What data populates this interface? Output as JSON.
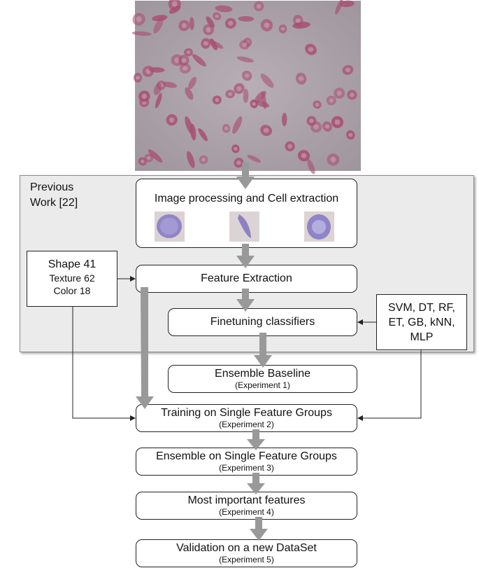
{
  "blood_image": {
    "alt": "",
    "bg": "#a79ea6",
    "cell_color": "#a84f72"
  },
  "previous_work": {
    "label_line1": "Previous",
    "label_line2": "Work [22]"
  },
  "cell_extraction": {
    "title": "Image processing and Cell extraction"
  },
  "features_box": {
    "shape": "Shape 41",
    "texture": "Texture 62",
    "color": "Color 18"
  },
  "feature_extraction": {
    "title": "Feature Extraction"
  },
  "finetuning": {
    "title": "Finetuning classifiers"
  },
  "classifiers_box": {
    "line1": "SVM, DT, RF,",
    "line2": "ET, GB, kNN,",
    "line3": "MLP"
  },
  "steps": [
    {
      "title": "Ensemble Baseline",
      "sub": "(Experiment 1)"
    },
    {
      "title": "Training on Single Feature Groups",
      "sub": "(Experiment 2)"
    },
    {
      "title": "Ensemble on Single Feature Groups",
      "sub": "(Experiment 3)"
    },
    {
      "title": "Most important features",
      "sub": "(Experiment 4)"
    },
    {
      "title": "Validation on a new DataSet",
      "sub": "(Experiment 5)"
    }
  ],
  "colors": {
    "arrow": "#999999",
    "region_bg": "#ebebeb",
    "border": "#222222"
  }
}
